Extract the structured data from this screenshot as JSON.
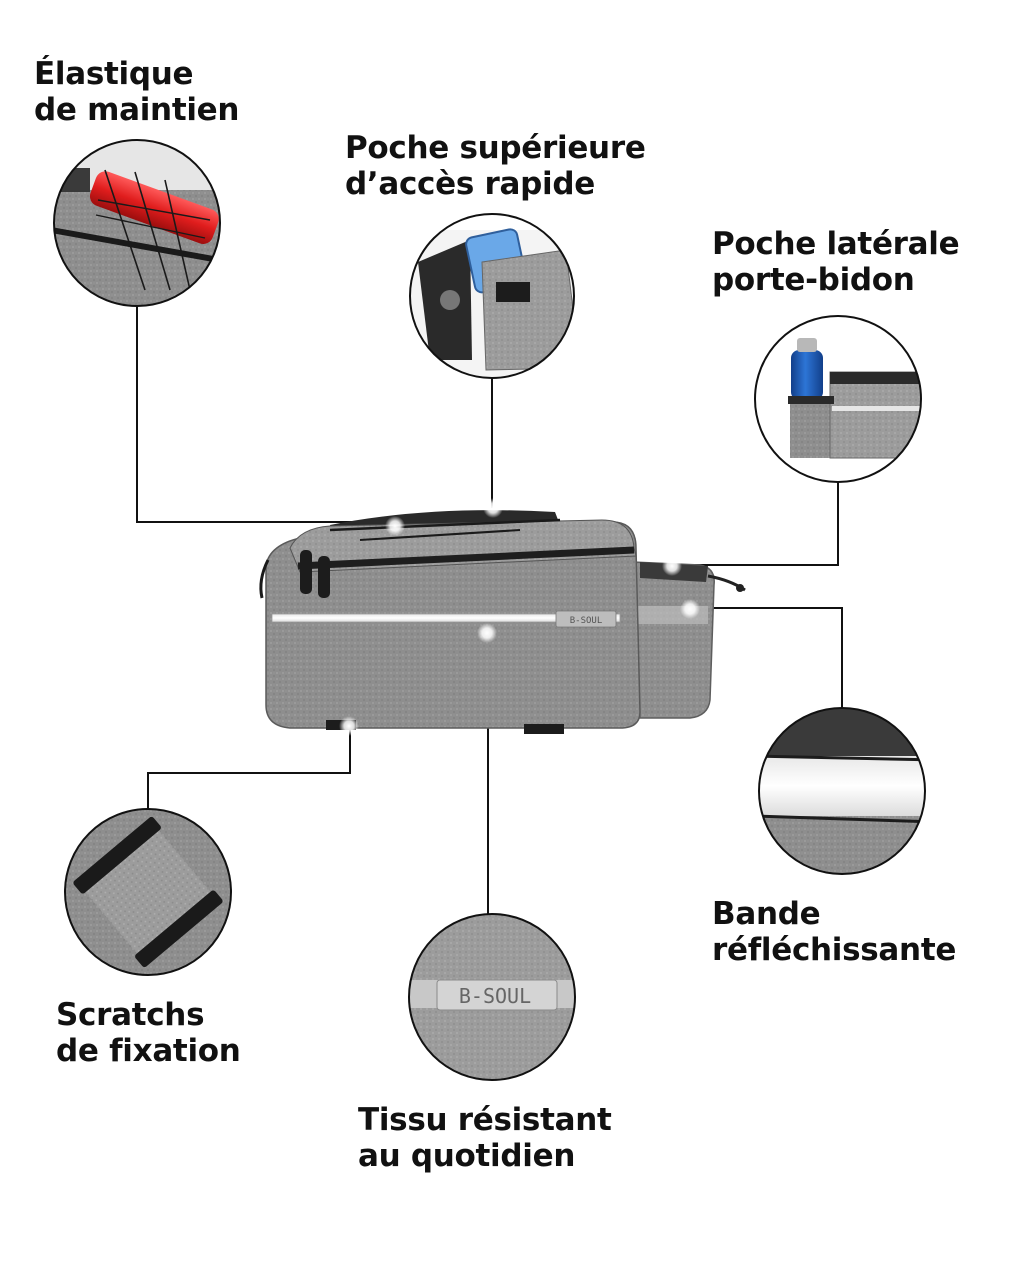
{
  "callouts": {
    "elastique": {
      "line1": "Élastique",
      "line2": "de maintien"
    },
    "poche_superieure": {
      "line1": "Poche supérieure",
      "line2": "d’accès rapide"
    },
    "poche_laterale": {
      "line1": "Poche latérale",
      "line2": "porte-bidon"
    },
    "bande": {
      "line1": "Bande",
      "line2": "réfléchissante"
    },
    "scratchs": {
      "line1": "Scratchs",
      "line2": "de fixation"
    },
    "tissu": {
      "line1": "Tissu résistant",
      "line2": "au quotidien"
    }
  },
  "brand_label": "B-SOUL",
  "colors": {
    "bag_fabric": "#8e8e8e",
    "bag_dark": "#3a3a3a",
    "reflective": "#d9d9d9",
    "bottle": "#1f5fbf",
    "tube": "#e01d1d",
    "leader_line": "#111111"
  }
}
